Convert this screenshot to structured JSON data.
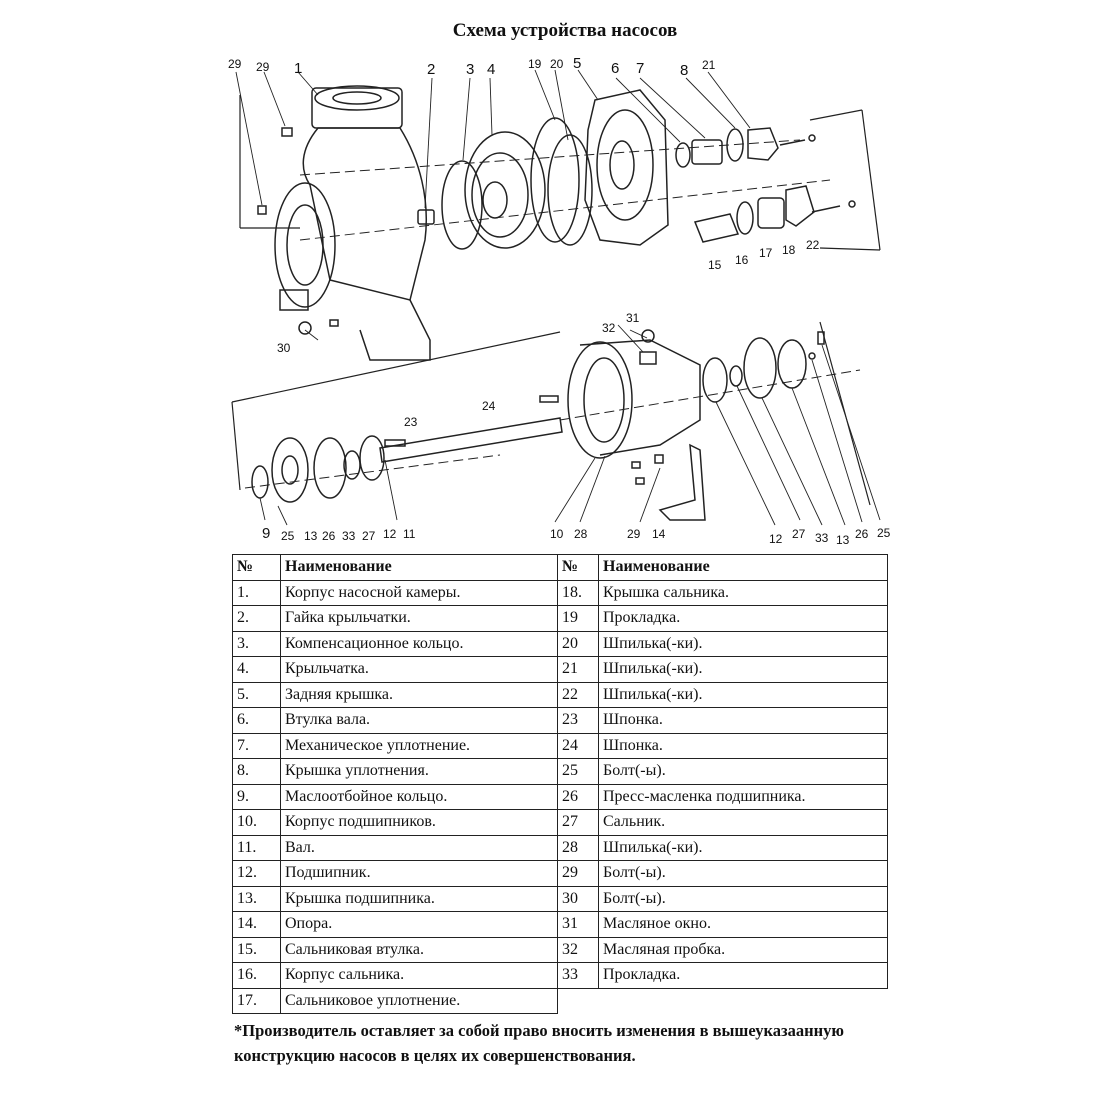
{
  "title": "Схема устройства насосов",
  "callouts_top": [
    "29",
    "29",
    "1",
    "2",
    "3",
    "4",
    "19",
    "20",
    "5",
    "6",
    "7",
    "8",
    "21",
    "15",
    "16",
    "17",
    "18",
    "22",
    "30"
  ],
  "callouts_bottom": [
    "31",
    "32",
    "24",
    "23",
    "9",
    "25",
    "13",
    "26",
    "33",
    "27",
    "12",
    "11",
    "10",
    "28",
    "29",
    "14",
    "12",
    "27",
    "33",
    "13",
    "26",
    "25"
  ],
  "table": {
    "col_num": "№",
    "col_name": "Наименование",
    "left": [
      {
        "num": "1.",
        "name": "Корпус насосной камеры."
      },
      {
        "num": "2.",
        "name": "Гайка крыльчатки."
      },
      {
        "num": "3.",
        "name": "Компенсационное кольцо."
      },
      {
        "num": "4.",
        "name": "Крыльчатка."
      },
      {
        "num": "5.",
        "name": "Задняя крышка."
      },
      {
        "num": "6.",
        "name": "Втулка вала."
      },
      {
        "num": "7.",
        "name": "Механическое уплотнение."
      },
      {
        "num": "8.",
        "name": "Крышка уплотнения."
      },
      {
        "num": "9.",
        "name": "Маслоотбойное кольцо."
      },
      {
        "num": "10.",
        "name": "Корпус подшипников."
      },
      {
        "num": "11.",
        "name": "Вал."
      },
      {
        "num": "12.",
        "name": "Подшипник."
      },
      {
        "num": "13.",
        "name": "Крышка подшипника."
      },
      {
        "num": "14.",
        "name": "Опора."
      },
      {
        "num": "15.",
        "name": "Сальниковая втулка."
      },
      {
        "num": "16.",
        "name": "Корпус сальника."
      },
      {
        "num": "17.",
        "name": "Сальниковое уплотнение."
      }
    ],
    "right": [
      {
        "num": "18.",
        "name": "Крышка сальника."
      },
      {
        "num": "19",
        "name": "Прокладка."
      },
      {
        "num": "20",
        "name": "Шпилька(-ки)."
      },
      {
        "num": "21",
        "name": "Шпилька(-ки)."
      },
      {
        "num": "22",
        "name": "Шпилька(-ки)."
      },
      {
        "num": "23",
        "name": "Шпонка."
      },
      {
        "num": "24",
        "name": "Шпонка."
      },
      {
        "num": "25",
        "name": "Болт(-ы)."
      },
      {
        "num": "26",
        "name": "Пресс-масленка подшипника."
      },
      {
        "num": "27",
        "name": "Сальник."
      },
      {
        "num": "28",
        "name": "Шпилька(-ки)."
      },
      {
        "num": "29",
        "name": "Болт(-ы)."
      },
      {
        "num": "30",
        "name": "Болт(-ы)."
      },
      {
        "num": "31",
        "name": "Масляное окно."
      },
      {
        "num": "32",
        "name": "Масляная пробка."
      },
      {
        "num": "33",
        "name": "Прокладка."
      }
    ]
  },
  "note": "*Производитель оставляет за собой право вносить изменения в вышеуказаанную конструкцию насосов в целях их совершенствования."
}
